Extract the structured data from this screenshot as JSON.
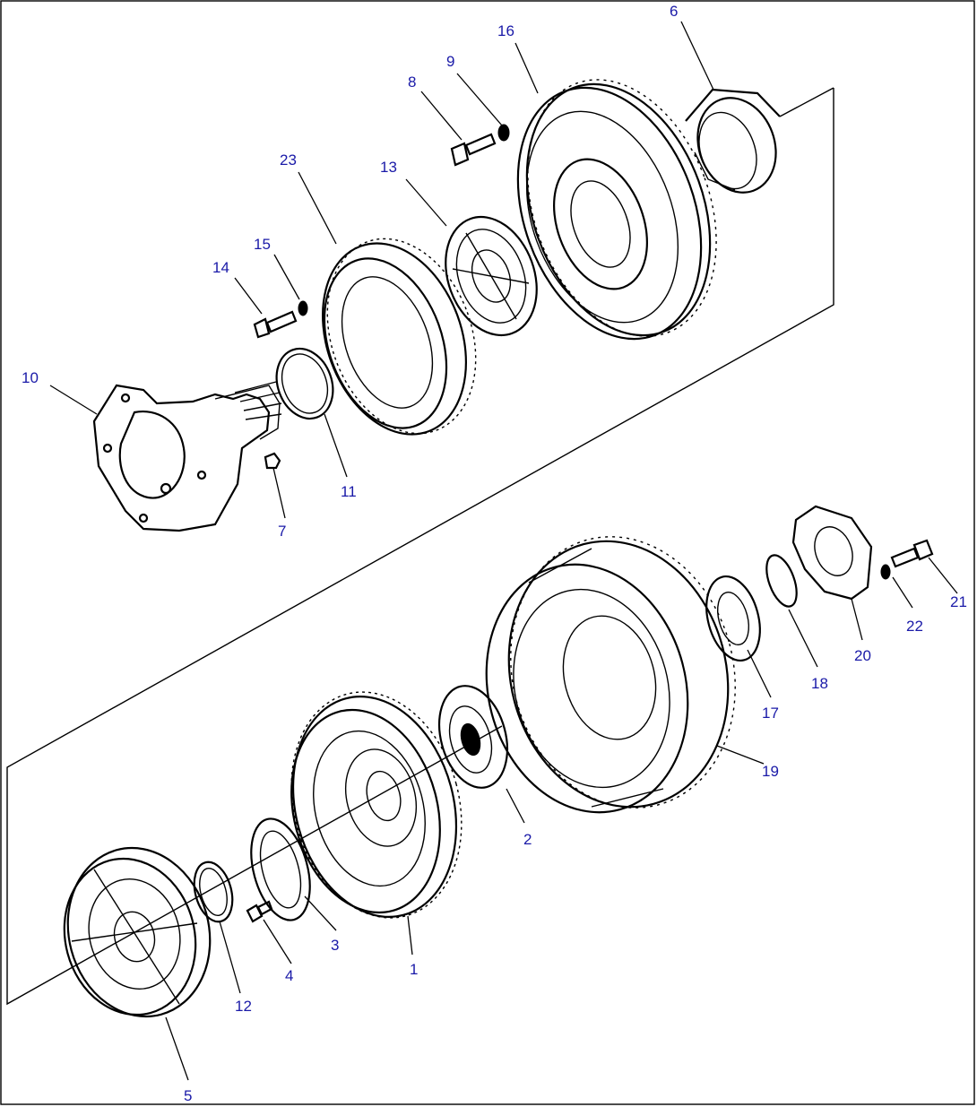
{
  "diagram": {
    "callouts": [
      {
        "id": "c1",
        "label": "1"
      },
      {
        "id": "c2",
        "label": "2"
      },
      {
        "id": "c3",
        "label": "3"
      },
      {
        "id": "c4",
        "label": "4"
      },
      {
        "id": "c5",
        "label": "5"
      },
      {
        "id": "c6",
        "label": "6"
      },
      {
        "id": "c7",
        "label": "7"
      },
      {
        "id": "c8",
        "label": "8"
      },
      {
        "id": "c9",
        "label": "9"
      },
      {
        "id": "c10",
        "label": "10"
      },
      {
        "id": "c11",
        "label": "11"
      },
      {
        "id": "c12",
        "label": "12"
      },
      {
        "id": "c13",
        "label": "13"
      },
      {
        "id": "c14",
        "label": "14"
      },
      {
        "id": "c15",
        "label": "15"
      },
      {
        "id": "c16",
        "label": "16"
      },
      {
        "id": "c17",
        "label": "17"
      },
      {
        "id": "c18",
        "label": "18"
      },
      {
        "id": "c19",
        "label": "19"
      },
      {
        "id": "c20",
        "label": "20"
      },
      {
        "id": "c21",
        "label": "21"
      },
      {
        "id": "c22",
        "label": "22"
      },
      {
        "id": "c23",
        "label": "23"
      }
    ],
    "callout_color": "#1a1aa8",
    "line_color": "#000000"
  }
}
